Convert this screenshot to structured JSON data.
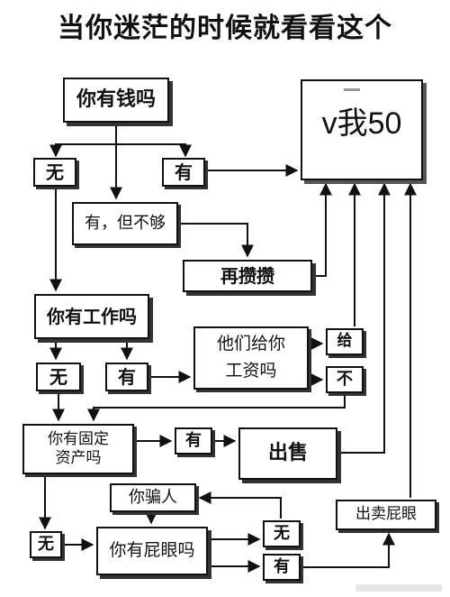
{
  "title": "当你迷茫的时候就看看这个",
  "nodes": {
    "money": "你有钱吗",
    "answer": "v我50",
    "no1": "无",
    "yes1": "有",
    "not_enough": "有，但不够",
    "save_more": "再攒攒",
    "job": "你有工作吗",
    "they_give_1": "他们给你",
    "they_give_2": "工资吗",
    "give": "给",
    "not_give": "不",
    "no2": "无",
    "yes2": "有",
    "asset_1": "你有固定",
    "asset_2": "资产吗",
    "yes3": "有",
    "sell": "出售",
    "liar": "你骗人",
    "sell_butt": "出卖屁眼",
    "no3": "无",
    "butt": "你有屁眼吗",
    "no4": "无",
    "yes4": "有"
  }
}
